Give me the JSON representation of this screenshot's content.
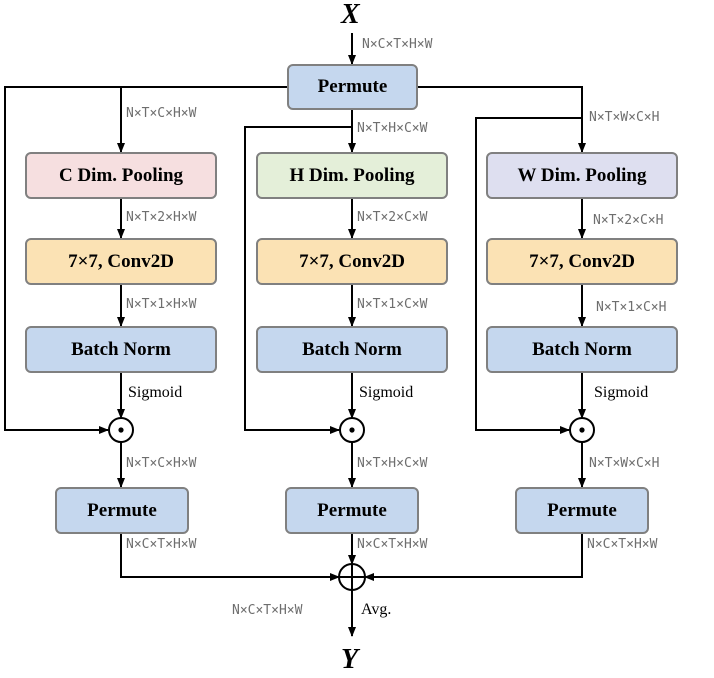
{
  "input_label": "X",
  "output_label": "Y",
  "permute_top": "Permute",
  "branches": [
    {
      "pool": "C Dim. Pooling",
      "conv": "7×7, Conv2D",
      "norm": "Batch Norm",
      "activation": "Sigmoid",
      "permute": "Permute",
      "dim_in": "N×T×C×H×W",
      "dim_pool": "N×T×2×H×W",
      "dim_conv": "N×T×1×H×W",
      "dim_mult": "N×T×C×H×W",
      "dim_out": "N×C×T×H×W"
    },
    {
      "pool": "H Dim. Pooling",
      "conv": "7×7, Conv2D",
      "norm": "Batch Norm",
      "activation": "Sigmoid",
      "permute": "Permute",
      "dim_in": "N×T×H×C×W",
      "dim_pool": "N×T×2×C×W",
      "dim_conv": "N×T×1×C×W",
      "dim_mult": "N×T×H×C×W",
      "dim_out": "N×C×T×H×W"
    },
    {
      "pool": "W Dim. Pooling",
      "conv": "7×7, Conv2D",
      "norm": "Batch Norm",
      "activation": "Sigmoid",
      "permute": "Permute",
      "dim_in": "N×T×W×C×H",
      "dim_pool": "N×T×2×C×H",
      "dim_conv": "N×T×1×C×H",
      "dim_mult": "N×T×W×C×H",
      "dim_out": "N×C×T×H×W"
    }
  ],
  "dim_input": "N×C×T×H×W",
  "dim_output": "N×C×T×H×W",
  "avg_label": "Avg.",
  "colors": {
    "blue": "#c5d7ee",
    "pink": "#f6dfe0",
    "green": "#e4efd9",
    "lavender": "#dedff0",
    "orange": "#fbe2b4",
    "border": "#808080",
    "dim_text": "#6e6e6e"
  }
}
